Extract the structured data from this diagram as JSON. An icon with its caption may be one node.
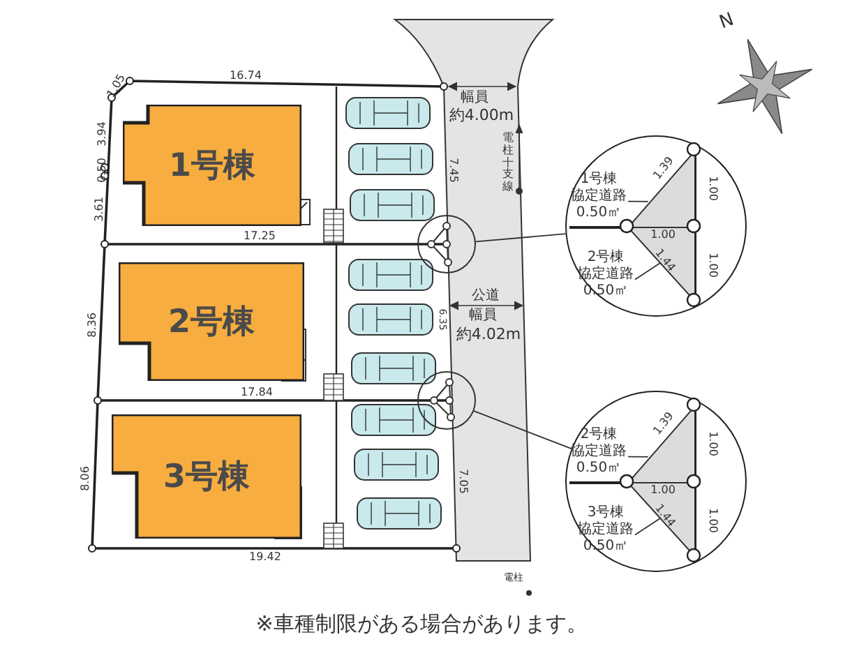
{
  "diagram": {
    "caption": "※車種制限がある場合があります。",
    "nodes": [
      {
        "text": [
          "1号棟"
        ]
      },
      {
        "text": [
          "2号棟"
        ]
      },
      {
        "text": [
          "3号棟"
        ]
      },
      {
        "text": [],
        "shape": "circle"
      },
      {
        "text": [],
        "shape": "circle"
      },
      {
        "text": [],
        "shape": "circle"
      },
      {
        "text": [
          "1号棟",
          "協定道路",
          "0.50㎡"
        ],
        "in": 5
      },
      {
        "text": [],
        "shape": "triangle",
        "in": 5
      },
      {
        "text": [
          "2号棟",
          "協定道路",
          "0.50㎡"
        ],
        "in": 5
      },
      {
        "text": [],
        "shape": "triangle",
        "in": 5
      },
      {
        "text": [],
        "shape": "circle"
      },
      {
        "text": [
          "2号棟",
          "協定道路",
          "0.50㎡"
        ],
        "in": 10
      },
      {
        "text": [],
        "shape": "triangle",
        "in": 10
      },
      {
        "text": [
          "3号棟",
          "協定道路",
          "0.50㎡"
        ],
        "in": 10
      },
      {
        "text": [],
        "shape": "triangle",
        "in": 10
      }
    ],
    "edges": [
      {
        "from": 3,
        "to": 5,
        "arrow": "none"
      },
      {
        "from": 4,
        "to": 10,
        "arrow": "none"
      },
      {
        "from": 6,
        "to": 7,
        "arrow": "none"
      },
      {
        "from": 8,
        "to": 9,
        "arrow": "none"
      },
      {
        "from": 11,
        "to": 12,
        "arrow": "none"
      },
      {
        "from": 13,
        "to": 14,
        "arrow": "none"
      }
    ],
    "labels": [
      "N",
      "1.05",
      "16.74",
      "幅員",
      "約4.00m",
      "3.94",
      "電柱十支線",
      "7.45",
      "0.50",
      "3.61",
      "17.25",
      "公道",
      "幅員",
      "約4.02m",
      "6.35",
      "8.36",
      "17.84",
      "7.05",
      "8.06",
      "19.42",
      "電柱",
      "1.39",
      "1.00",
      "1.00",
      "1.44",
      "1.00",
      "1.39",
      "1.00",
      "1.00",
      "1.44",
      "1.00"
    ]
  }
}
